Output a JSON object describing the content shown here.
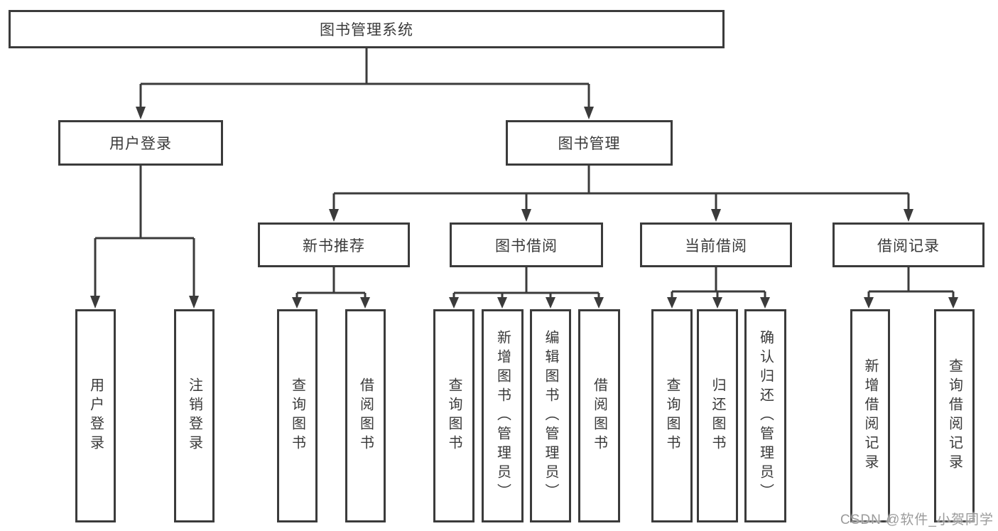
{
  "diagram": {
    "root": "图书管理系统",
    "children": [
      {
        "label": "用户登录",
        "leaves": [
          "用户登录",
          "注销登录"
        ]
      },
      {
        "label": "图书管理",
        "children": [
          {
            "label": "新书推荐",
            "leaves": [
              "查询图书",
              "借阅图书"
            ]
          },
          {
            "label": "图书借阅",
            "leaves": [
              "查询图书",
              "新增图书（管理员）",
              "编辑图书（管理员）",
              "借阅图书"
            ]
          },
          {
            "label": "当前借阅",
            "leaves": [
              "查询图书",
              "归还图书",
              "确认归还（管理员）"
            ]
          },
          {
            "label": "借阅记录",
            "leaves": [
              "新增借阅记录",
              "查询借阅记录"
            ]
          }
        ]
      }
    ]
  },
  "watermark": "CSDN @软件_小贺同学",
  "colors": {
    "line": "#3b3b3b",
    "box_border": "#3b3b3b",
    "text": "#3a3a3a",
    "background": "#ffffff",
    "watermark": "#969696"
  }
}
